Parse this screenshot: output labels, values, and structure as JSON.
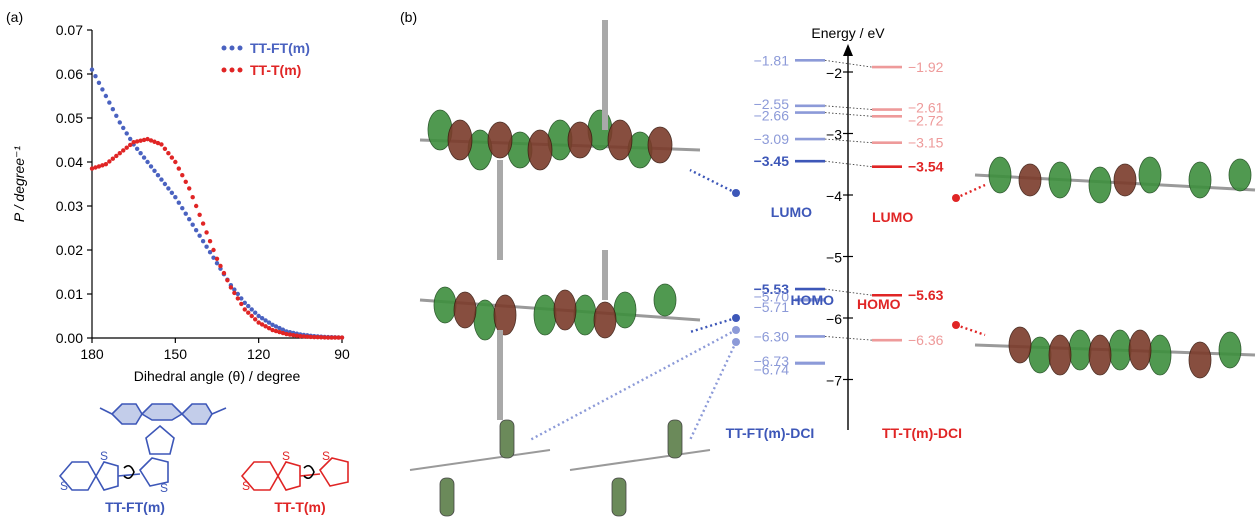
{
  "panel_a": {
    "label": "(a)",
    "chart_data": {
      "type": "scatter",
      "xlabel": "Dihedral angle (θ) / degree",
      "ylabel": "P / degree⁻¹",
      "xlim": [
        180,
        90
      ],
      "ylim": [
        0,
        0.07
      ],
      "x_ticks": [
        "180",
        "150",
        "120",
        "90"
      ],
      "y_ticks": [
        "0.00",
        "0.01",
        "0.02",
        "0.03",
        "0.04",
        "0.05",
        "0.06",
        "0.07"
      ],
      "legend_position": "top-right",
      "series": [
        {
          "name": "TT-FT(m)",
          "color": "#4a62c0",
          "x": [
            180,
            175,
            170,
            165,
            160,
            155,
            150,
            145,
            140,
            135,
            130,
            125,
            120,
            115,
            110,
            105,
            100,
            95,
            90
          ],
          "y": [
            0.061,
            0.055,
            0.049,
            0.044,
            0.04,
            0.036,
            0.032,
            0.027,
            0.022,
            0.017,
            0.012,
            0.008,
            0.005,
            0.003,
            0.0015,
            0.0008,
            0.0004,
            0.0002,
            0.0001
          ]
        },
        {
          "name": "TT-T(m)",
          "color": "#e02525",
          "x": [
            180,
            175,
            170,
            165,
            160,
            155,
            150,
            145,
            140,
            135,
            130,
            125,
            120,
            115,
            110,
            105,
            100,
            95,
            90
          ],
          "y": [
            0.0385,
            0.0395,
            0.042,
            0.0445,
            0.0452,
            0.044,
            0.04,
            0.034,
            0.026,
            0.018,
            0.0115,
            0.0065,
            0.0035,
            0.0018,
            0.0009,
            0.0004,
            0.0002,
            0.0001,
            0.0001
          ]
        }
      ]
    },
    "structures": [
      {
        "name": "TT-FT(m)",
        "color": "#3d57b8"
      },
      {
        "name": "TT-T(m)",
        "color": "#e02525"
      }
    ]
  },
  "panel_b": {
    "label": "(b)",
    "axis_title": "Energy / eV",
    "axis_ticks": [
      "−2",
      "−3",
      "−4",
      "−5",
      "−6",
      "−7"
    ],
    "left_series": {
      "name": "TT-FT(m)-DCI",
      "color": "#3d57b8",
      "light_color": "#8c9ad8",
      "levels": [
        {
          "energy": -1.81,
          "label": "−1.81"
        },
        {
          "energy": -2.55,
          "label": "−2.55"
        },
        {
          "energy": -2.66,
          "label": "−2.66"
        },
        {
          "energy": -3.09,
          "label": "−3.09"
        },
        {
          "energy": -3.45,
          "label": "−3.45"
        },
        {
          "energy": -5.53,
          "label": "−5.53"
        },
        {
          "energy": -5.7,
          "label": "−5.70"
        },
        {
          "energy": -5.71,
          "label": "−5.71"
        },
        {
          "energy": -6.3,
          "label": "−6.30"
        },
        {
          "energy": -6.73,
          "label": "−6.73"
        },
        {
          "energy": -6.74,
          "label": "−6.74"
        }
      ],
      "lumo_label": "LUMO",
      "homo_label": "HOMO"
    },
    "right_series": {
      "name": "TT-T(m)-DCI",
      "color": "#e02525",
      "light_color": "#ee9a9a",
      "levels": [
        {
          "energy": -1.92,
          "label": "−1.92"
        },
        {
          "energy": -2.61,
          "label": "−2.61"
        },
        {
          "energy": -2.72,
          "label": "−2.72"
        },
        {
          "energy": -3.15,
          "label": "−3.15"
        },
        {
          "energy": -3.54,
          "label": "−3.54"
        },
        {
          "energy": -5.63,
          "label": "−5.63"
        },
        {
          "energy": -6.36,
          "label": "−6.36"
        }
      ],
      "lumo_label": "LUMO",
      "homo_label": "HOMO"
    }
  }
}
